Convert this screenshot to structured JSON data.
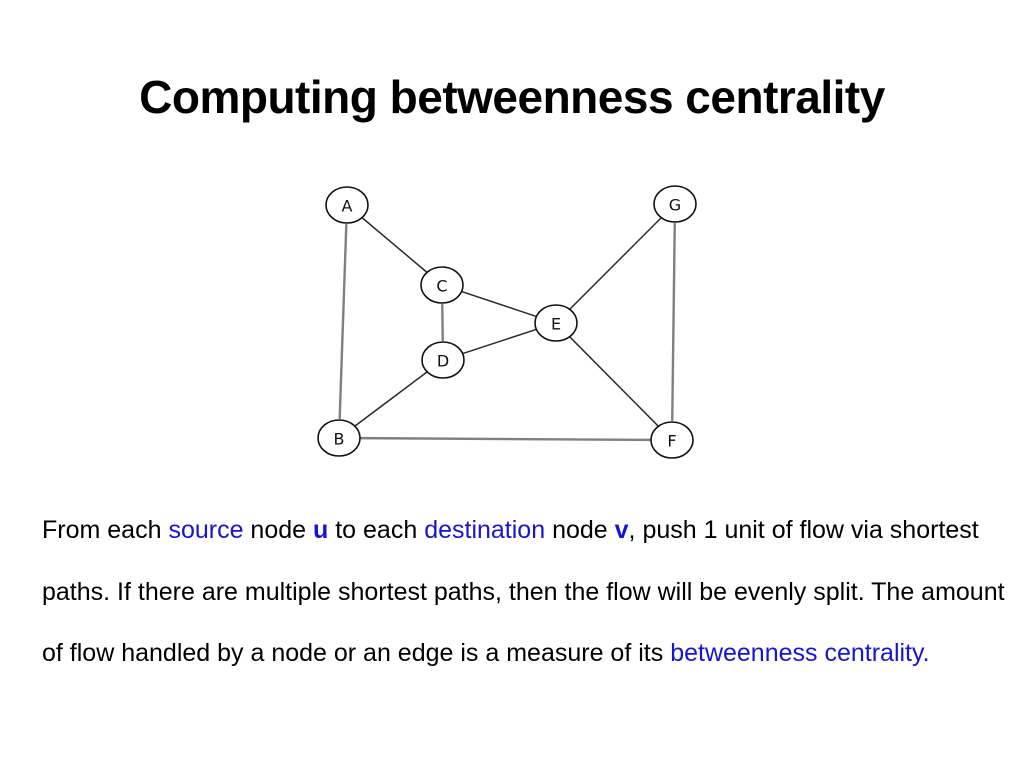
{
  "slide": {
    "title": "Computing betweenness centrality"
  },
  "graph": {
    "nodes": [
      {
        "id": "A",
        "label": "A"
      },
      {
        "id": "B",
        "label": "B"
      },
      {
        "id": "C",
        "label": "C"
      },
      {
        "id": "D",
        "label": "D"
      },
      {
        "id": "E",
        "label": "E"
      },
      {
        "id": "F",
        "label": "F"
      },
      {
        "id": "G",
        "label": "G"
      }
    ],
    "edges": [
      {
        "from": "A",
        "to": "C"
      },
      {
        "from": "A",
        "to": "B"
      },
      {
        "from": "C",
        "to": "D"
      },
      {
        "from": "C",
        "to": "E"
      },
      {
        "from": "D",
        "to": "E"
      },
      {
        "from": "D",
        "to": "B"
      },
      {
        "from": "B",
        "to": "F"
      },
      {
        "from": "E",
        "to": "G"
      },
      {
        "from": "E",
        "to": "F"
      },
      {
        "from": "G",
        "to": "F"
      }
    ]
  },
  "paragraph": {
    "t1": "From each ",
    "source": "source",
    "t2": " node ",
    "u": "u",
    "t3": " to each ",
    "destination": "destination",
    "t4": " node ",
    "v": "v",
    "t5": ", push 1 unit of flow via shortest paths. If there are multiple shortest paths, then the flow will be evenly split. The amount of flow handled by a node or an edge is a measure of its ",
    "betweenness": "betweenness centrality."
  },
  "colors": {
    "highlight": "#1515d6",
    "text": "#000000",
    "edge": "#808080",
    "node_stroke": "#111111"
  }
}
